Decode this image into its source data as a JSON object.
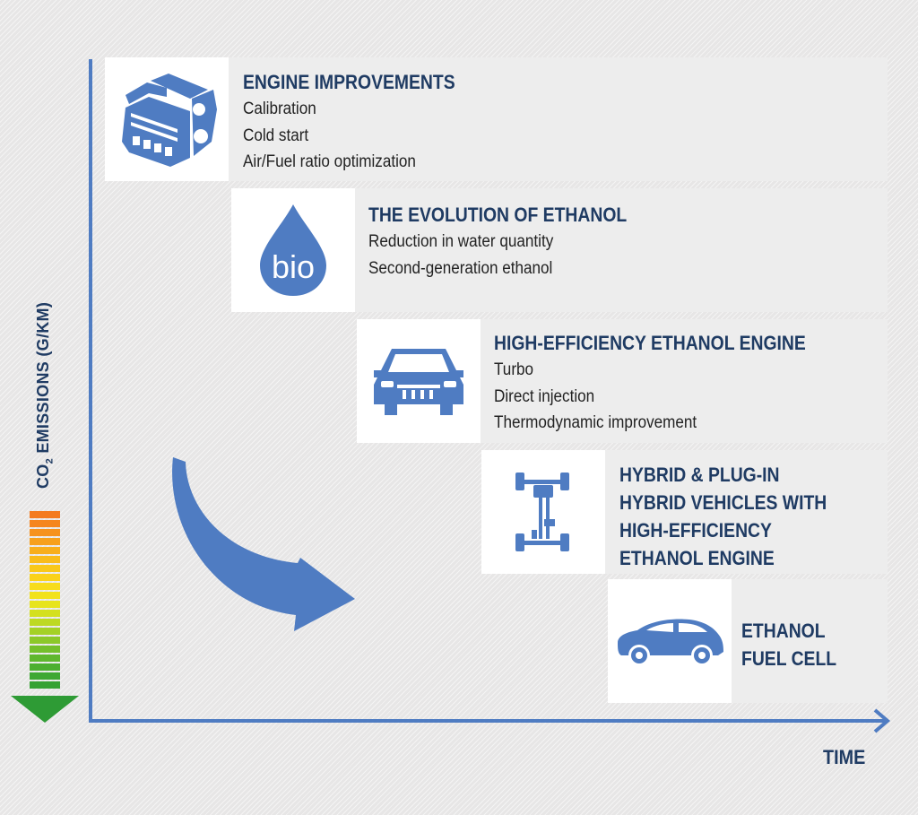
{
  "colors": {
    "blue": "#4f7cc2",
    "navy": "#1f3b63",
    "band": "#ededed",
    "icon_bg": "#ffffff"
  },
  "axes": {
    "y_label_pre": "CO",
    "y_label_sub": "2",
    "y_label_post": " EMISSIONS (G/KM)",
    "x_label": "TIME"
  },
  "steps": [
    {
      "icon": "engine-icon",
      "title": "ENGINE IMPROVEMENTS",
      "title_lines": [
        "ENGINE IMPROVEMENTS"
      ],
      "items": [
        "Calibration",
        "Cold start",
        "Air/Fuel ratio optimization"
      ]
    },
    {
      "icon": "bio-drop-icon",
      "icon_text": "bio",
      "title_lines": [
        "THE EVOLUTION OF ETHANOL"
      ],
      "items": [
        "Reduction in water quantity",
        "Second-generation ethanol"
      ]
    },
    {
      "icon": "car-front-icon",
      "title_lines": [
        "HIGH-EFFICIENCY ETHANOL ENGINE"
      ],
      "items": [
        "Turbo",
        "Direct injection",
        "Thermodynamic improvement"
      ]
    },
    {
      "icon": "chassis-icon",
      "title_lines": [
        "HYBRID & PLUG-IN",
        "HYBRID VEHICLES WITH",
        "HIGH-EFFICIENCY",
        "ETHANOL ENGINE"
      ],
      "items": []
    },
    {
      "icon": "car-side-icon",
      "title_lines": [
        "ETHANOL",
        "FUEL CELL"
      ],
      "items": []
    }
  ]
}
